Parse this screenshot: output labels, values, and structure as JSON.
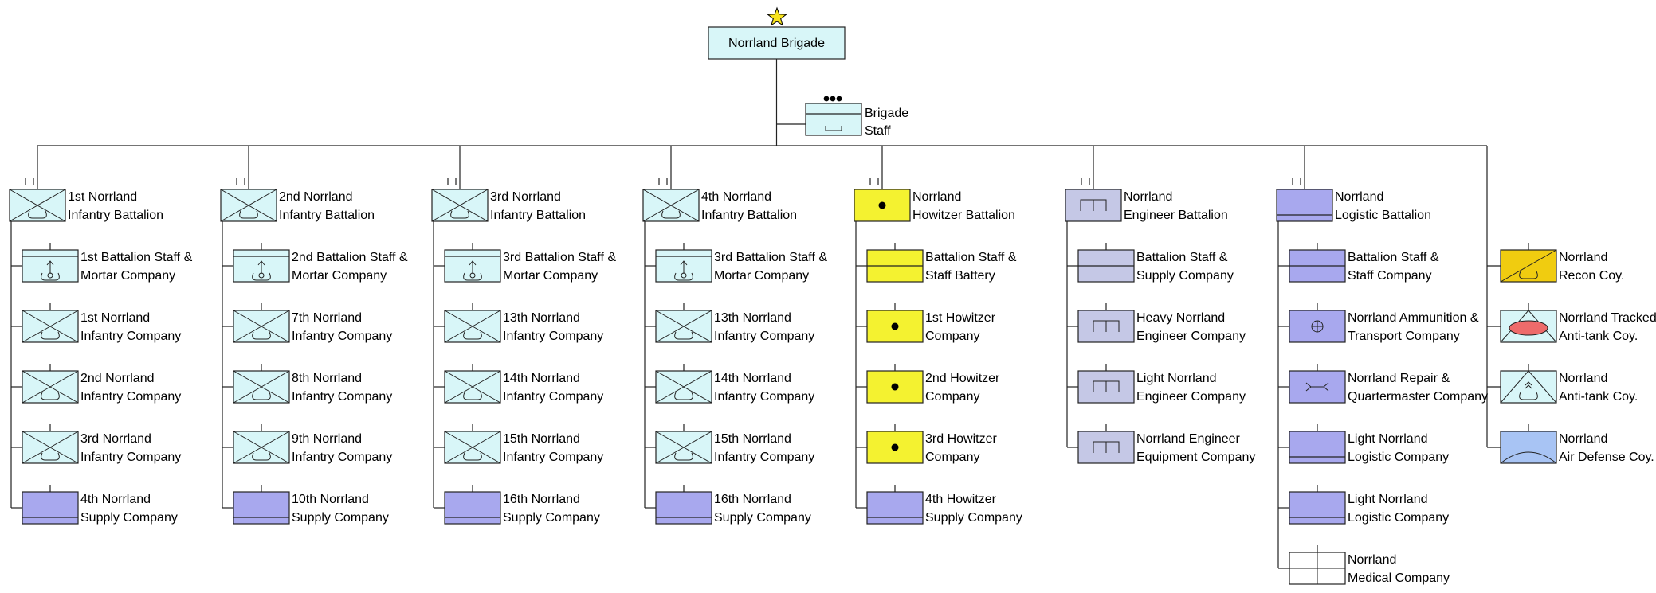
{
  "brigade": {
    "name": "Norrland Brigade",
    "echelon_icon": "star-icon"
  },
  "staff": {
    "line1": "Brigade",
    "line2": "Staff"
  },
  "colors": {
    "infantry": "#d8f6f8",
    "artillery": "#f4f230",
    "engineer": "#c5c8e6",
    "logistic": "#a8a8ee",
    "recon": "#f0cc10",
    "air_defense": "#a8c4f4",
    "medical": "#ffffff",
    "line": "#222222",
    "star": "#f8e41c"
  },
  "battalions": [
    {
      "name": [
        "1st Norrland",
        "Infantry Battalion"
      ],
      "symbol": "infantry-battalion",
      "companies": [
        {
          "name": [
            "1st Battalion Staff &",
            "Mortar Company"
          ],
          "symbol": "mortar"
        },
        {
          "name": [
            "1st Norrland",
            "Infantry Company"
          ],
          "symbol": "infantry"
        },
        {
          "name": [
            "2nd Norrland",
            "Infantry Company"
          ],
          "symbol": "infantry"
        },
        {
          "name": [
            "3rd Norrland",
            "Infantry Company"
          ],
          "symbol": "infantry"
        },
        {
          "name": [
            "4th Norrland",
            "Supply Company"
          ],
          "symbol": "supply"
        }
      ]
    },
    {
      "name": [
        "2nd Norrland",
        "Infantry Battalion"
      ],
      "symbol": "infantry-battalion",
      "companies": [
        {
          "name": [
            "2nd Battalion Staff &",
            "Mortar Company"
          ],
          "symbol": "mortar"
        },
        {
          "name": [
            "7th Norrland",
            "Infantry Company"
          ],
          "symbol": "infantry"
        },
        {
          "name": [
            "8th Norrland",
            "Infantry Company"
          ],
          "symbol": "infantry"
        },
        {
          "name": [
            "9th Norrland",
            "Infantry Company"
          ],
          "symbol": "infantry"
        },
        {
          "name": [
            "10th Norrland",
            "Supply Company"
          ],
          "symbol": "supply"
        }
      ]
    },
    {
      "name": [
        "3rd Norrland",
        "Infantry Battalion"
      ],
      "symbol": "infantry-battalion",
      "companies": [
        {
          "name": [
            "3rd Battalion Staff &",
            "Mortar Company"
          ],
          "symbol": "mortar"
        },
        {
          "name": [
            "13th Norrland",
            "Infantry Company"
          ],
          "symbol": "infantry"
        },
        {
          "name": [
            "14th Norrland",
            "Infantry Company"
          ],
          "symbol": "infantry"
        },
        {
          "name": [
            "15th Norrland",
            "Infantry Company"
          ],
          "symbol": "infantry"
        },
        {
          "name": [
            "16th Norrland",
            "Supply Company"
          ],
          "symbol": "supply"
        }
      ]
    },
    {
      "name": [
        "4th Norrland",
        "Infantry Battalion"
      ],
      "symbol": "infantry-battalion",
      "companies": [
        {
          "name": [
            "3rd Battalion Staff &",
            "Mortar Company"
          ],
          "symbol": "mortar"
        },
        {
          "name": [
            "13th Norrland",
            "Infantry Company"
          ],
          "symbol": "infantry"
        },
        {
          "name": [
            "14th Norrland",
            "Infantry Company"
          ],
          "symbol": "infantry"
        },
        {
          "name": [
            "15th Norrland",
            "Infantry Company"
          ],
          "symbol": "infantry"
        },
        {
          "name": [
            "16th Norrland",
            "Supply Company"
          ],
          "symbol": "supply"
        }
      ]
    },
    {
      "name": [
        "Norrland",
        "Howitzer Battalion"
      ],
      "symbol": "howitzer-battalion",
      "companies": [
        {
          "name": [
            "Battalion Staff &",
            "Staff Battery"
          ],
          "symbol": "howitzer-staff"
        },
        {
          "name": [
            "1st Howitzer",
            "Company"
          ],
          "symbol": "howitzer"
        },
        {
          "name": [
            "2nd Howitzer",
            "Company"
          ],
          "symbol": "howitzer"
        },
        {
          "name": [
            "3rd Howitzer",
            "Company"
          ],
          "symbol": "howitzer"
        },
        {
          "name": [
            "4th Howitzer",
            "Supply Company"
          ],
          "symbol": "supply"
        }
      ]
    },
    {
      "name": [
        "Norrland",
        "Engineer Battalion"
      ],
      "symbol": "engineer-battalion",
      "companies": [
        {
          "name": [
            "Battalion Staff &",
            "Supply Company"
          ],
          "symbol": "engineer-staff"
        },
        {
          "name": [
            "Heavy Norrland",
            "Engineer Company"
          ],
          "symbol": "engineer"
        },
        {
          "name": [
            "Light Norrland",
            "Engineer Company"
          ],
          "symbol": "engineer"
        },
        {
          "name": [
            "Norrland Engineer",
            "Equipment Company"
          ],
          "symbol": "engineer"
        }
      ]
    },
    {
      "name": [
        "Norrland",
        "Logistic Battalion"
      ],
      "symbol": "logistic-battalion",
      "companies": [
        {
          "name": [
            "Battalion Staff &",
            "Staff Company"
          ],
          "symbol": "logistic-staff"
        },
        {
          "name": [
            "Norrland Ammunition &",
            "Transport Company"
          ],
          "symbol": "ammunition"
        },
        {
          "name": [
            "Norrland Repair &",
            "Quartermaster Company"
          ],
          "symbol": "repair"
        },
        {
          "name": [
            "Light Norrland",
            "Logistic Company"
          ],
          "symbol": "logistic"
        },
        {
          "name": [
            "Light Norrland",
            "Logistic Company"
          ],
          "symbol": "logistic"
        },
        {
          "name": [
            "Norrland",
            "Medical Company"
          ],
          "symbol": "medical"
        }
      ]
    }
  ],
  "independent_companies": [
    {
      "name": [
        "Norrland",
        "Recon Coy."
      ],
      "symbol": "recon"
    },
    {
      "name": [
        "Norrland Tracked",
        "Anti-tank Coy."
      ],
      "symbol": "tracked-antitank"
    },
    {
      "name": [
        "Norrland",
        "Anti-tank Coy."
      ],
      "symbol": "antitank"
    },
    {
      "name": [
        "Norrland",
        "Air Defense Coy."
      ],
      "symbol": "air-defense"
    }
  ]
}
